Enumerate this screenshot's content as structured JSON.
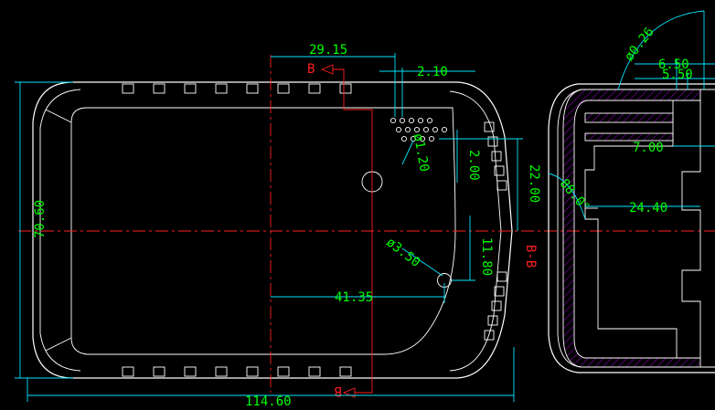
{
  "drawing": {
    "dimensions": {
      "width_overall": "114.60",
      "height_overall": "70.60",
      "offset_top": "29.15",
      "slot_width": "2.10",
      "hole_small_dia": "ø1.20",
      "hole_pitch": "2.00",
      "vent_span": "22.00",
      "hole_large_dia": "ø3.50",
      "hole_offset_x": "41.35",
      "hole_offset_y": "11.80",
      "arc_dia": "ø0.26",
      "depth_a": "6.50",
      "depth_b": "5.50",
      "rib_depth": "7.00",
      "angle": "88.0°",
      "inner_depth": "24.40"
    },
    "section": {
      "label": "B-B",
      "marker_top": "B",
      "marker_bottom": "B"
    },
    "colors": {
      "background": "#000000",
      "outline": "#ffffff",
      "dimension": "#00e5ff",
      "dimension_text": "#00ff00",
      "centerline": "#ff2020",
      "hatch": "#c000ff"
    }
  }
}
